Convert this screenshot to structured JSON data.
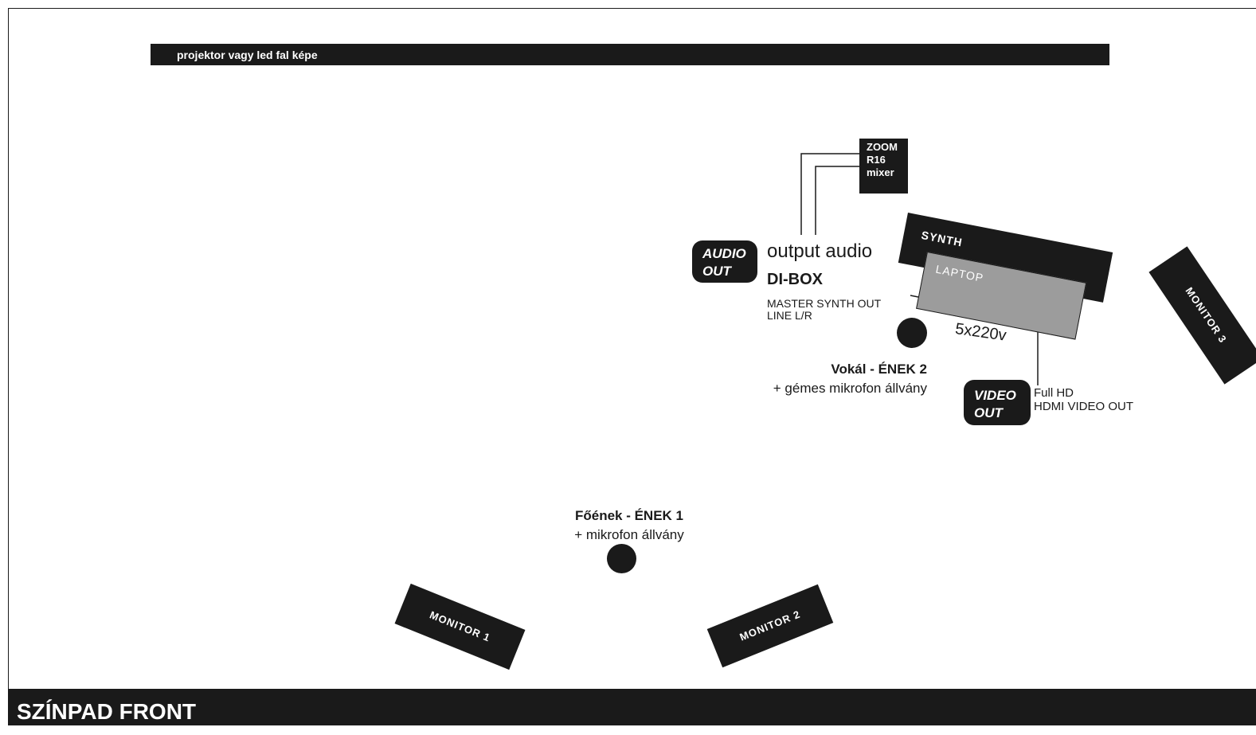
{
  "projector_bar": "projektor vagy led fal képe",
  "mixer": {
    "line1": "ZOOM",
    "line2": "R16",
    "line3": "mixer"
  },
  "audio_out": {
    "line1": "AUDIO",
    "line2": "OUT"
  },
  "output_audio": "output audio",
  "di_box": "DI-BOX",
  "master_synth": {
    "line1": "MASTER SYNTH OUT",
    "line2": "LINE L/R"
  },
  "synth": "SYNTH",
  "laptop": "LAPTOP",
  "power": "5x220v",
  "video_out": {
    "line1": "VIDEO",
    "line2": "OUT"
  },
  "video_info": {
    "line1": "Full HD",
    "line2": "HDMI VIDEO OUT"
  },
  "vocal2": {
    "title": "Vokál - ÉNEK 2",
    "subtitle": "+ gémes mikrofon állvány"
  },
  "vocal1": {
    "title": "Főének - ÉNEK 1",
    "subtitle": "+ mikrofon állvány"
  },
  "monitors": {
    "m1": "MONITOR 1",
    "m2": "MONITOR 2",
    "m3": "MONITOR 3"
  },
  "footer": "SZÍNPAD FRONT"
}
